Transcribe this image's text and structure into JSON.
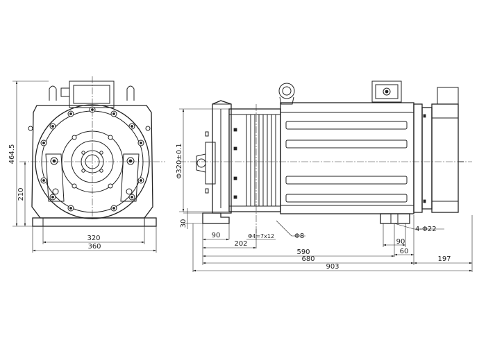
{
  "dimensions": {
    "front_height_total": "464.5",
    "front_height_center": "210",
    "front_width_inner": "320",
    "front_width_outer": "360",
    "side_sheave_diameter": "Φ320±0.1",
    "side_base_height": "30",
    "side_offset_90": "90",
    "side_202": "202",
    "side_grooves": "Φ4=7x12",
    "side_rope_dia": "Φ8",
    "side_holes": "4-Φ22",
    "side_foot_90": "90",
    "side_foot_60": "60",
    "side_590": "590",
    "side_680": "680",
    "side_197": "197",
    "side_903": "903"
  }
}
